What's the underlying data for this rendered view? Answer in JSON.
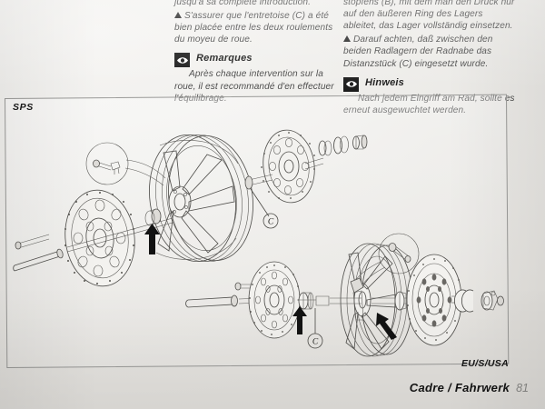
{
  "page": {
    "background_color": "#eeedea",
    "ink_color": "#4b4b4b"
  },
  "text_columns": {
    "french": {
      "language": "fr",
      "paragraphs": [
        "jusqu'à sa complète introduction.",
        "S'assurer que l'entretoise (C) a été bien placée entre les deux roulements du moyeu de roue."
      ],
      "warning_symbol": "warning-triangle-icon",
      "note": {
        "icon": "eye-icon",
        "title": "Remarques",
        "body": "Après chaque intervention sur la roue, il est recommandé d'en effectuer l'équilibrage."
      }
    },
    "german": {
      "language": "de",
      "paragraphs": [
        "stopfens (B), mit dem man den Druck nur auf den äußeren Ring des Lagers ableitet, das Lager vollständig einsetzen.",
        "Darauf achten, daß zwischen den beiden Radlagern der Radnabe das Distanzstück (C) eingesetzt wurde."
      ],
      "warning_symbol": "warning-triangle-icon",
      "note": {
        "icon": "eye-icon",
        "title": "Hinweis",
        "body": "Nach jedem Eingriff am Rad, sollte es erneut ausgewuchtet werden."
      }
    }
  },
  "figure": {
    "variant_label_top_left": "SPS",
    "variant_label_bottom_right": "EU/S/USA",
    "callouts": [
      {
        "id": "c1",
        "label": "C"
      },
      {
        "id": "c2",
        "label": "C"
      }
    ],
    "description": "Exploded assembly drawings of front and rear motorcycle wheels with brake discs, axles, spacers and bearings",
    "arrow_count": 4,
    "detail_bubbles": 2
  },
  "footer": {
    "title": "Cadre / Fahrwerk",
    "page_number": "81"
  }
}
